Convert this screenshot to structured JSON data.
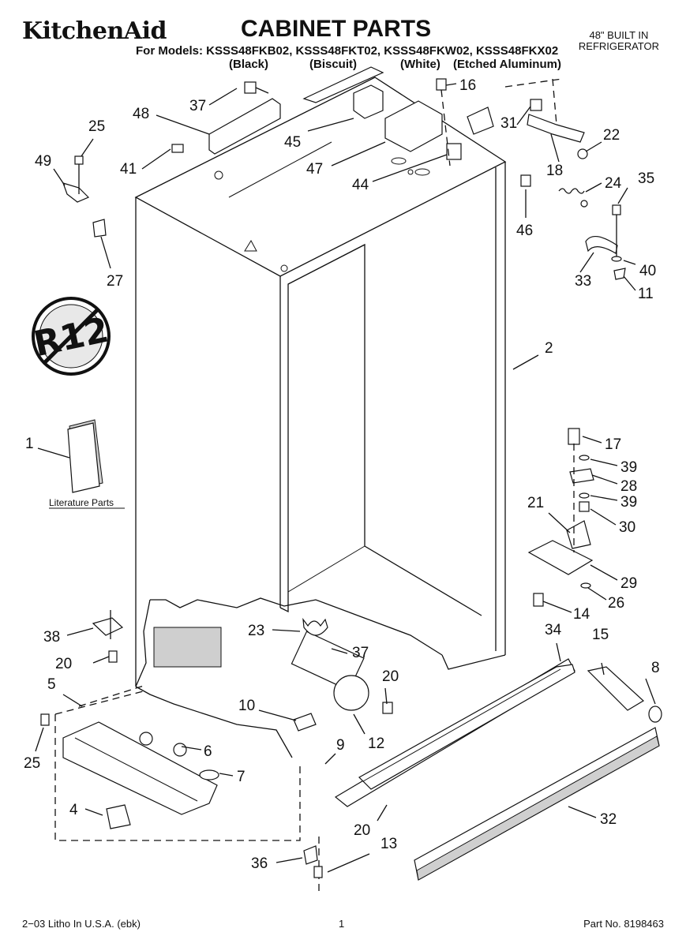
{
  "header": {
    "brand": "KitchenAid",
    "title": "CABINET PARTS",
    "models_line": "For Models: KSSS48FKB02, KSSS48FKT02, KSSS48FKW02, KSSS48FKX02",
    "variants": [
      "(Black)",
      "(Biscuit)",
      "(White)",
      "(Etched Aluminum)"
    ],
    "subtitle_line1": "48\" BUILT IN",
    "subtitle_line2": "REFRIGERATOR"
  },
  "diagram": {
    "r12_badge": "R12",
    "literature_caption": "Literature Parts",
    "callouts": [
      "1",
      "2",
      "4",
      "5",
      "6",
      "7",
      "8",
      "9",
      "10",
      "11",
      "12",
      "13",
      "14",
      "15",
      "16",
      "17",
      "18",
      "20",
      "20",
      "20",
      "21",
      "22",
      "23",
      "24",
      "25",
      "25",
      "26",
      "27",
      "28",
      "29",
      "30",
      "31",
      "32",
      "33",
      "34",
      "35",
      "36",
      "37",
      "37",
      "38",
      "39",
      "39",
      "40",
      "41",
      "44",
      "45",
      "46",
      "47",
      "48",
      "49"
    ]
  },
  "footer": {
    "left": "2−03 Litho In U.S.A. (ebk)",
    "page": "1",
    "part_no": "Part No. 8198463"
  }
}
